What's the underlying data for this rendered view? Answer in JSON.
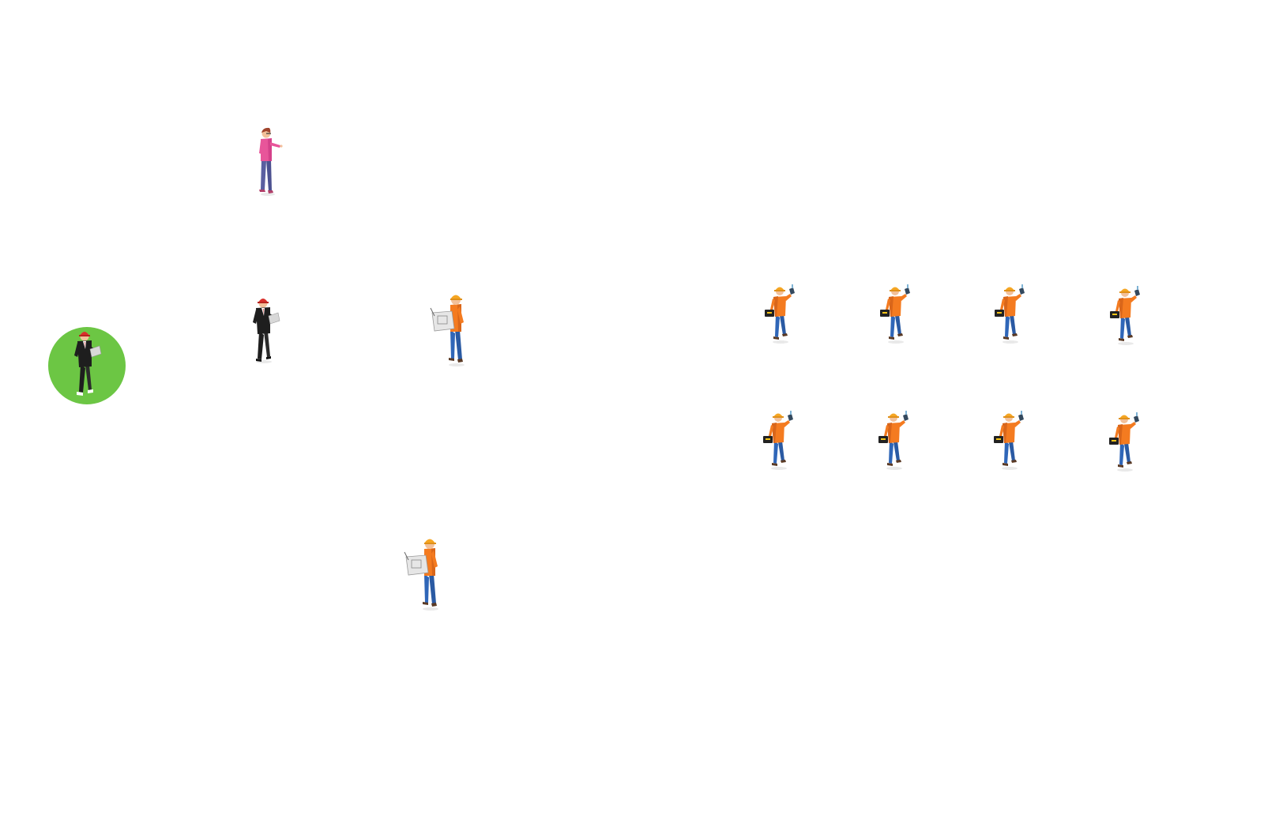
{
  "colors": {
    "background": "#ffffff",
    "selection_ring": "#6cc644",
    "worker_shirt": "#f47b20",
    "worker_pants": "#2f66b8",
    "hardhat_yellow": "#f5a623",
    "hardhat_red": "#d9302c",
    "suit_black": "#1e1e1e",
    "client_shirt": "#e8559a",
    "client_pants": "#5a5fa0"
  },
  "figures": {
    "selected": {
      "role": "manager-icon",
      "selected": true
    },
    "client": {
      "role": "client-icon"
    },
    "manager": {
      "role": "manager-icon"
    },
    "engineer_top": {
      "role": "engineer-icon"
    },
    "engineer_bottom": {
      "role": "engineer-icon"
    },
    "workers": [
      {
        "role": "worker-icon",
        "row": 1,
        "col": 1
      },
      {
        "role": "worker-icon",
        "row": 1,
        "col": 2
      },
      {
        "role": "worker-icon",
        "row": 1,
        "col": 3
      },
      {
        "role": "worker-icon",
        "row": 1,
        "col": 4
      },
      {
        "role": "worker-icon",
        "row": 2,
        "col": 1
      },
      {
        "role": "worker-icon",
        "row": 2,
        "col": 2
      },
      {
        "role": "worker-icon",
        "row": 2,
        "col": 3
      },
      {
        "role": "worker-icon",
        "row": 2,
        "col": 4
      }
    ]
  }
}
